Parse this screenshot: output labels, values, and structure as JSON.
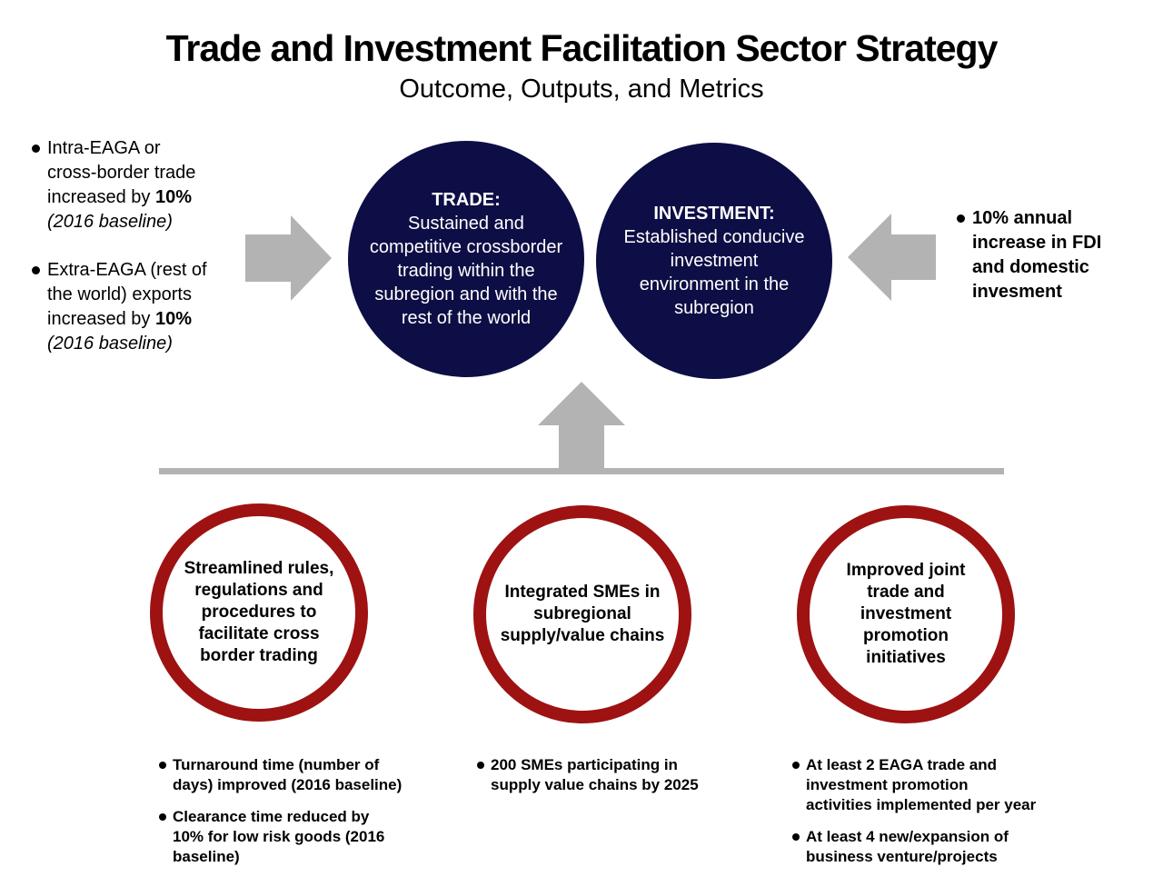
{
  "colors": {
    "navy": "#0e0e46",
    "red": "#9e1212",
    "gray": "#b3b3b3"
  },
  "header": {
    "title": "Trade and Investment Facilitation Sector Strategy",
    "subtitle": "Outcome, Outputs, and Metrics"
  },
  "left_metrics": [
    {
      "text": "Intra-EAGA or\ncross-border trade\nincreased by ",
      "emphasis": "10%",
      "note": "(2016 baseline)"
    },
    {
      "text": "Extra-EAGA (rest of\nthe world) exports\nincreased by ",
      "emphasis": "10%",
      "note": "(2016 baseline)"
    }
  ],
  "right_metric": {
    "text": "10% annual\nincrease in FDI\nand domestic\ninvesment"
  },
  "outcome_circles": [
    {
      "heading": "TRADE:",
      "body": "Sustained and\ncompetitive crossborder\ntrading within the\nsubregion and with the\nrest of the world"
    },
    {
      "heading": "INVESTMENT:",
      "body": "Established conducive\ninvestment\nenvironment in the\nsubregion"
    }
  ],
  "output_circles": [
    {
      "body": "Streamlined rules,\nregulations and\nprocedures to\nfacilitate cross\nborder trading"
    },
    {
      "body": "Integrated SMEs in\nsubregional\nsupply/value chains"
    },
    {
      "body": "Improved joint\ntrade and\ninvestment\npromotion\ninitiatives"
    }
  ],
  "output_metrics": [
    {
      "bullets": [
        "Turnaround time (number of\ndays) improved (2016 baseline)",
        "Clearance time reduced by\n10% for low risk goods (2016\nbaseline)"
      ]
    },
    {
      "bullets": [
        "200 SMEs participating in\nsupply value chains by 2025"
      ]
    },
    {
      "bullets": [
        "At least 2 EAGA trade and\ninvestment promotion\nactivities implemented per year",
        "At least 4 new/expansion of\nbusiness venture/projects"
      ]
    }
  ]
}
